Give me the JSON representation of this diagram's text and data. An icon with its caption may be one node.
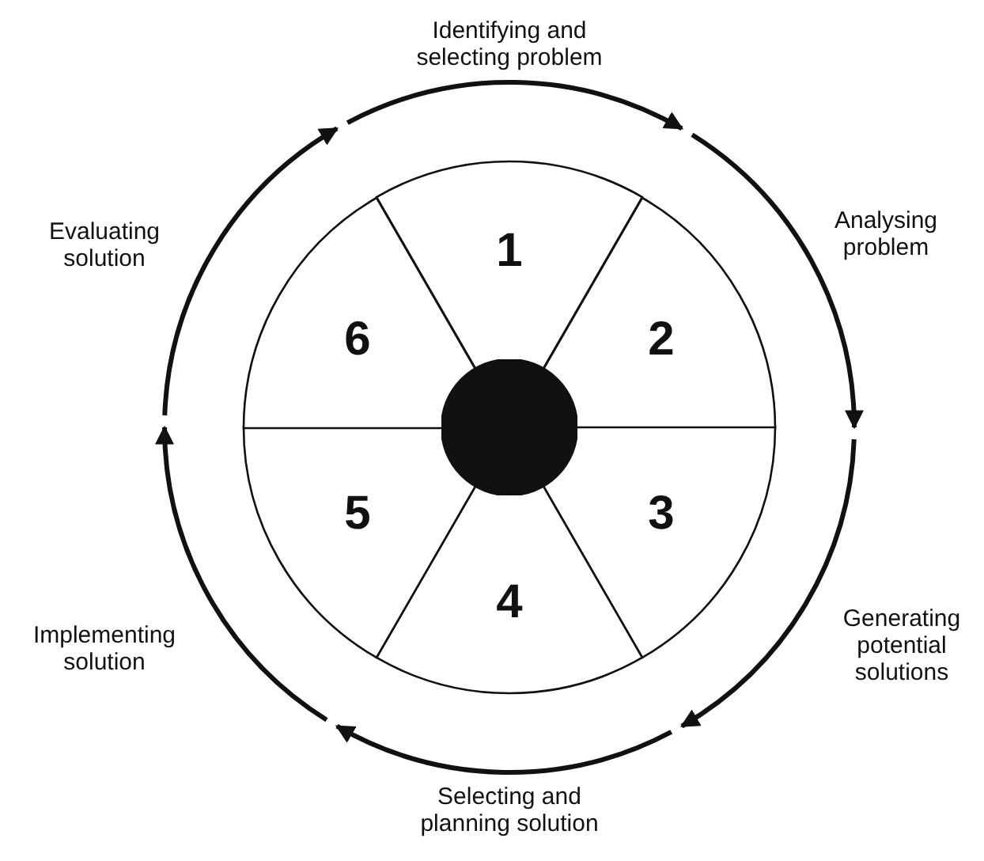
{
  "diagram": {
    "nodes": [
      {
        "text": [],
        "shape": "circle"
      },
      {
        "text": [
          "1"
        ],
        "in": 0
      },
      {
        "text": [
          "2"
        ],
        "in": 0
      },
      {
        "text": [
          "3"
        ],
        "in": 0
      },
      {
        "text": [
          "4"
        ],
        "in": 0
      },
      {
        "text": [
          "5"
        ],
        "in": 0
      },
      {
        "text": [
          "6"
        ],
        "in": 0
      },
      {
        "text": [],
        "shape": "circle",
        "in": 0
      }
    ],
    "labels": [
      "Identifying and selecting problem",
      "Evaluating solution",
      "Analysing problem",
      "Implementing solution",
      "Generating potential solutions",
      "Selecting and planning solution"
    ]
  }
}
